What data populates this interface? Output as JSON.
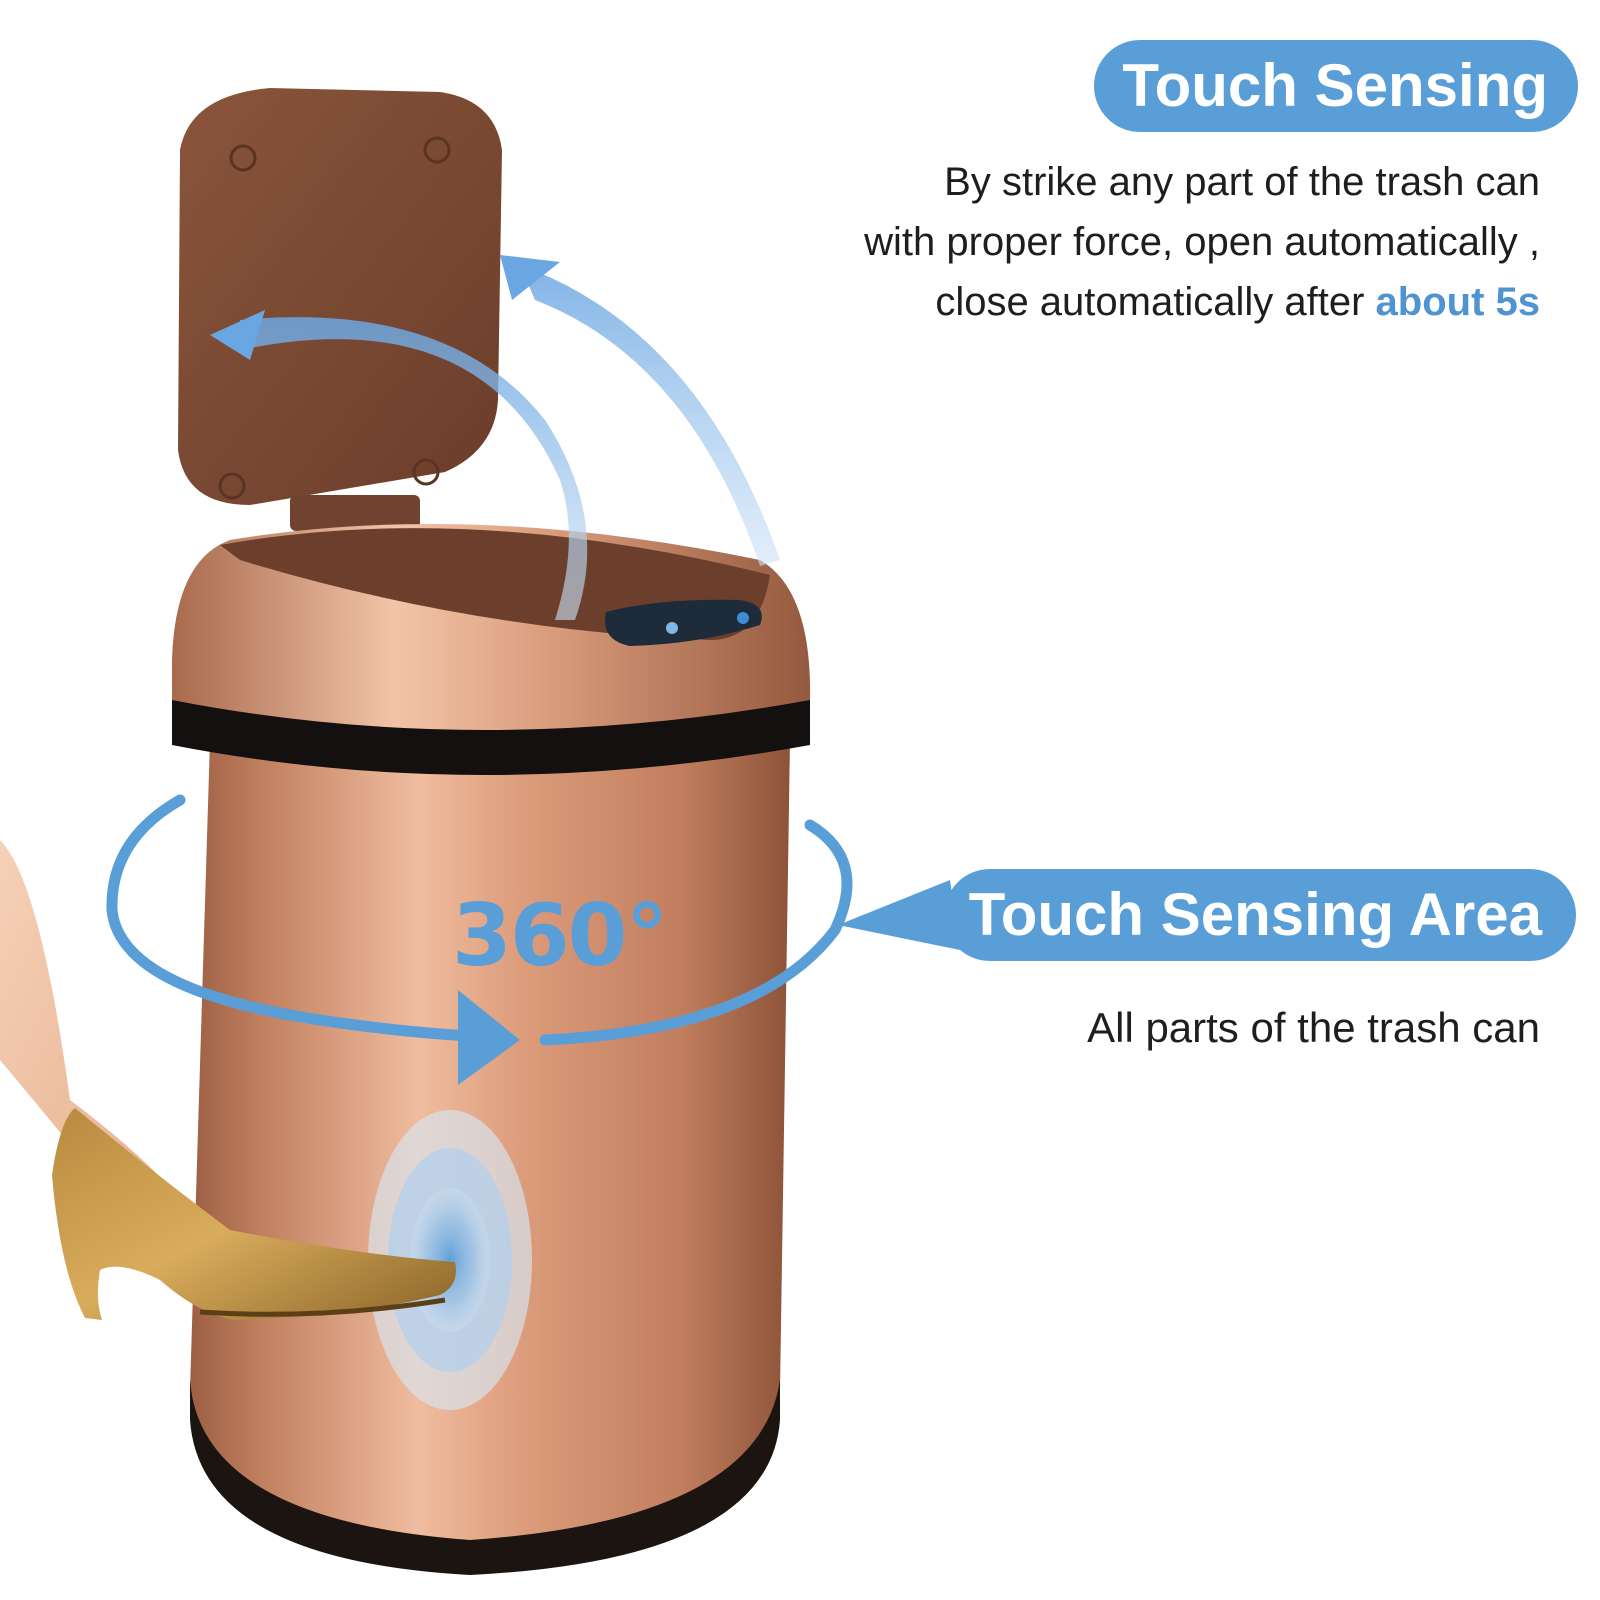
{
  "feature_top": {
    "title": "Touch Sensing",
    "line1": "By strike any part of the trash can",
    "line2": "with proper force, open automatically ,",
    "line3_prefix": "close automatically after ",
    "line3_highlight": "about 5s"
  },
  "feature_bottom": {
    "title": "Touch Sensing Area",
    "description": "All parts of the trash can"
  },
  "rotation_label": "360°",
  "colors": {
    "accent_blue": "#5a9ed8",
    "highlight_blue": "#4f93d2",
    "can_rose_gold": "#c78868",
    "lid_brown": "#7a4a33",
    "band_black": "#111111"
  }
}
